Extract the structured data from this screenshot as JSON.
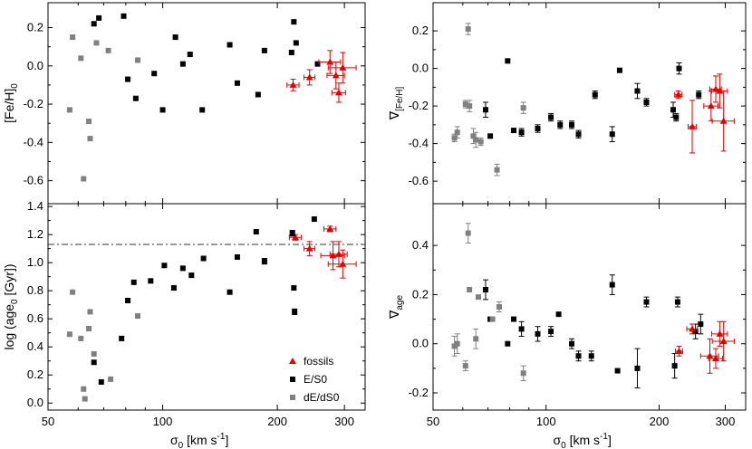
{
  "chart_data": [
    {
      "id": "feh-central",
      "type": "scatter",
      "ylabel": "[Fe/H]",
      "ylabel_sub": "0",
      "xscale": "log",
      "xlim": [
        50,
        340
      ],
      "ylim": [
        -0.72,
        0.33
      ],
      "yticks": [
        0.2,
        0.0,
        -0.2,
        -0.4,
        -0.6
      ],
      "ytick_labels": [
        "0.2",
        "0.0",
        "-0.2",
        "-0.4",
        "-0.6"
      ],
      "series": [
        {
          "key": "es0",
          "color": "#000000",
          "marker": "square",
          "points": [
            [
              66,
              0.22
            ],
            [
              68,
              0.25
            ],
            [
              79,
              0.26
            ],
            [
              81,
              -0.07
            ],
            [
              85,
              -0.17
            ],
            [
              95,
              -0.04
            ],
            [
              100,
              -0.23
            ],
            [
              108,
              0.15
            ],
            [
              113,
              0.01
            ],
            [
              118,
              0.06
            ],
            [
              127,
              -0.23
            ],
            [
              150,
              0.11
            ],
            [
              157,
              -0.09
            ],
            [
              178,
              -0.15
            ],
            [
              185,
              0.08
            ],
            [
              218,
              0.07
            ],
            [
              221,
              0.23
            ],
            [
              224,
              0.12
            ],
            [
              255,
              0.01
            ]
          ]
        },
        {
          "key": "de",
          "color": "#808080",
          "marker": "square",
          "points": [
            [
              57,
              -0.23
            ],
            [
              58,
              0.15
            ],
            [
              61,
              0.04
            ],
            [
              62,
              -0.59
            ],
            [
              64,
              -0.29
            ],
            [
              64.5,
              -0.38
            ],
            [
              67,
              0.12
            ],
            [
              72,
              0.08
            ],
            [
              86,
              0.03
            ]
          ]
        },
        {
          "key": "fossils",
          "color": "#e00000",
          "marker": "triangle",
          "points": [
            {
              "x": 220,
              "y": -0.1,
              "xerr": 8,
              "yerr": 0.03
            },
            {
              "x": 243,
              "y": -0.06,
              "xerr": 8,
              "yerr": 0.04
            },
            {
              "x": 275,
              "y": 0.02,
              "xerr": 18,
              "yerr": 0.06
            },
            {
              "x": 285,
              "y": -0.05,
              "xerr": 15,
              "yerr": 0.07
            },
            {
              "x": 290,
              "y": -0.14,
              "xerr": 12,
              "yerr": 0.05
            },
            {
              "x": 297,
              "y": -0.01,
              "xerr": 25,
              "yerr": 0.08
            }
          ]
        }
      ]
    },
    {
      "id": "feh-gradient",
      "type": "scatter",
      "ylabel": "∇",
      "ylabel_sub": "[Fe/H]",
      "xscale": "log",
      "xlim": [
        50,
        340
      ],
      "ylim": [
        -0.72,
        0.35
      ],
      "yticks": [
        0.2,
        0.0,
        -0.2,
        -0.4,
        -0.6
      ],
      "ytick_labels": [
        "0.2",
        "0.0",
        "-0.2",
        "-0.4",
        "-0.6"
      ],
      "series": [
        {
          "key": "es0",
          "color": "#000000",
          "marker": "square",
          "points": [
            {
              "x": 69,
              "y": -0.22,
              "yerr": 0.04
            },
            {
              "x": 71,
              "y": -0.36
            },
            {
              "x": 79,
              "y": 0.04
            },
            {
              "x": 82,
              "y": -0.33
            },
            {
              "x": 86,
              "y": -0.34,
              "yerr": 0.02
            },
            {
              "x": 95,
              "y": -0.32,
              "yerr": 0.02
            },
            {
              "x": 103,
              "y": -0.26,
              "yerr": 0.02
            },
            {
              "x": 109,
              "y": -0.3,
              "yerr": 0.02
            },
            {
              "x": 117,
              "y": -0.3,
              "yerr": 0.02
            },
            {
              "x": 122,
              "y": -0.35,
              "yerr": 0.02
            },
            {
              "x": 135,
              "y": -0.14,
              "yerr": 0.02
            },
            {
              "x": 150,
              "y": -0.35,
              "yerr": 0.04
            },
            {
              "x": 157,
              "y": -0.01
            },
            {
              "x": 175,
              "y": -0.12,
              "yerr": 0.04
            },
            {
              "x": 185,
              "y": -0.18,
              "yerr": 0.02
            },
            {
              "x": 218,
              "y": -0.22,
              "yerr": 0.04
            },
            {
              "x": 222,
              "y": -0.26,
              "yerr": 0.02
            },
            {
              "x": 226,
              "y": 0.0,
              "yerr": 0.03
            },
            {
              "x": 255,
              "y": -0.14,
              "yerr": 0.02
            }
          ]
        },
        {
          "key": "de",
          "color": "#808080",
          "marker": "square",
          "points": [
            {
              "x": 57,
              "y": -0.37,
              "yerr": 0.02
            },
            {
              "x": 58,
              "y": -0.34,
              "yerr": 0.03
            },
            {
              "x": 61,
              "y": -0.19,
              "yerr": 0.02
            },
            {
              "x": 62,
              "y": 0.21,
              "yerr": 0.03
            },
            {
              "x": 62.5,
              "y": -0.2,
              "yerr": 0.03
            },
            {
              "x": 64,
              "y": -0.36,
              "yerr": 0.04
            },
            {
              "x": 65,
              "y": -0.38,
              "yerr": 0.04
            },
            {
              "x": 67,
              "y": -0.39,
              "yerr": 0.02
            },
            {
              "x": 74,
              "y": -0.54,
              "yerr": 0.03
            },
            {
              "x": 87,
              "y": -0.21,
              "yerr": 0.03
            }
          ]
        },
        {
          "key": "fossils",
          "color": "#e00000",
          "marker": "triangle",
          "points": [
            {
              "x": 225,
              "y": -0.14,
              "xerr": 5,
              "yerr": 0.02
            },
            {
              "x": 245,
              "y": -0.31,
              "xerr": 6,
              "yerr": 0.14
            },
            {
              "x": 275,
              "y": -0.2,
              "xerr": 12,
              "yerr": 0.08
            },
            {
              "x": 283,
              "y": -0.11,
              "xerr": 10,
              "yerr": 0.07
            },
            {
              "x": 290,
              "y": -0.12,
              "xerr": 14,
              "yerr": 0.09
            },
            {
              "x": 297,
              "y": -0.28,
              "xerr": 20,
              "yerr": 0.16
            }
          ]
        }
      ]
    },
    {
      "id": "age-central",
      "type": "scatter",
      "ylabel": "log (age",
      "ylabel_sub": "0",
      "ylabel_tail": " [Gyr])",
      "xlabel": "σ",
      "xlabel_sub": "0",
      "xlabel_tail": " [km s",
      "xlabel_sup": "-1",
      "xlabel_end": "]",
      "xscale": "log",
      "xlim": [
        50,
        340
      ],
      "ylim": [
        -0.05,
        1.42
      ],
      "yticks": [
        0.0,
        0.2,
        0.4,
        0.6,
        0.8,
        1.0,
        1.2,
        1.4
      ],
      "ytick_labels": [
        "0.0",
        "0.2",
        "0.4",
        "0.6",
        "0.8",
        "1.0",
        "1.2",
        "1.4"
      ],
      "xticks": [
        50,
        100,
        200,
        300
      ],
      "xtick_labels": [
        "50",
        "100",
        "200",
        "300"
      ],
      "hline": 1.13,
      "legend_position": "bottom-right",
      "series": [
        {
          "key": "fossils",
          "name": "fossils",
          "color": "#e00000",
          "marker": "triangle",
          "points": [
            {
              "x": 223,
              "y": 1.18,
              "xerr": 8,
              "yerr": 0.02
            },
            {
              "x": 243,
              "y": 1.1,
              "xerr": 8,
              "yerr": 0.05
            },
            {
              "x": 275,
              "y": 1.24,
              "xerr": 10,
              "yerr": 0.02
            },
            {
              "x": 280,
              "y": 1.05,
              "xerr": 20,
              "yerr": 0.1
            },
            {
              "x": 290,
              "y": 1.06,
              "xerr": 15,
              "yerr": 0.09
            },
            {
              "x": 297,
              "y": 0.99,
              "xerr": 25,
              "yerr": 0.1
            }
          ]
        },
        {
          "key": "es0",
          "name": "E/S0",
          "color": "#000000",
          "marker": "square",
          "points": [
            {
              "x": 66,
              "y": 0.29
            },
            {
              "x": 69,
              "y": 0.15
            },
            {
              "x": 78,
              "y": 0.46
            },
            {
              "x": 81,
              "y": 0.73
            },
            {
              "x": 84,
              "y": 0.86
            },
            {
              "x": 93,
              "y": 0.87
            },
            {
              "x": 101,
              "y": 0.98
            },
            {
              "x": 107,
              "y": 0.82
            },
            {
              "x": 113,
              "y": 0.96
            },
            {
              "x": 119,
              "y": 0.91
            },
            {
              "x": 128,
              "y": 1.03
            },
            {
              "x": 150,
              "y": 0.79
            },
            {
              "x": 157,
              "y": 1.04
            },
            {
              "x": 176,
              "y": 1.22
            },
            {
              "x": 185,
              "y": 1.01,
              "yerr": 0.02
            },
            {
              "x": 219,
              "y": 1.21,
              "yerr": 0.02
            },
            {
              "x": 221,
              "y": 0.82
            },
            {
              "x": 222,
              "y": 0.65,
              "yerr": 0.02
            },
            {
              "x": 250,
              "y": 1.31
            }
          ]
        },
        {
          "key": "de",
          "name": "dE/dS0",
          "color": "#808080",
          "marker": "square",
          "points": [
            {
              "x": 57,
              "y": 0.49
            },
            {
              "x": 58,
              "y": 0.79
            },
            {
              "x": 61,
              "y": 0.46
            },
            {
              "x": 62,
              "y": 0.1
            },
            {
              "x": 62.5,
              "y": 0.03
            },
            {
              "x": 64,
              "y": 0.53
            },
            {
              "x": 64.5,
              "y": 0.65
            },
            {
              "x": 66,
              "y": 0.35
            },
            {
              "x": 73,
              "y": 0.17
            },
            {
              "x": 86,
              "y": 0.62
            }
          ]
        }
      ]
    },
    {
      "id": "age-gradient",
      "type": "scatter",
      "ylabel": "∇",
      "ylabel_sub": "age",
      "xlabel": "σ",
      "xlabel_sub": "0",
      "xlabel_tail": " [km s",
      "xlabel_sup": "-1",
      "xlabel_end": "]",
      "xscale": "log",
      "xlim": [
        50,
        340
      ],
      "ylim": [
        -0.27,
        0.57
      ],
      "yticks": [
        0.4,
        0.2,
        0.0,
        -0.2
      ],
      "ytick_labels": [
        "0.4",
        "0.2",
        "0.0",
        "-0.2"
      ],
      "xticks": [
        50,
        100,
        200,
        300
      ],
      "xtick_labels": [
        "50",
        "100",
        "200",
        "300"
      ],
      "series": [
        {
          "key": "es0",
          "color": "#000000",
          "marker": "square",
          "points": [
            {
              "x": 69,
              "y": 0.22,
              "yerr": 0.04
            },
            {
              "x": 71,
              "y": 0.1
            },
            {
              "x": 79,
              "y": 0.0
            },
            {
              "x": 82,
              "y": 0.1
            },
            {
              "x": 86,
              "y": 0.06,
              "yerr": 0.03
            },
            {
              "x": 95,
              "y": 0.04,
              "yerr": 0.03
            },
            {
              "x": 103,
              "y": 0.05,
              "yerr": 0.02
            },
            {
              "x": 108,
              "y": 0.12
            },
            {
              "x": 117,
              "y": 0.0,
              "yerr": 0.02
            },
            {
              "x": 122,
              "y": -0.05,
              "yerr": 0.02
            },
            {
              "x": 132,
              "y": -0.05,
              "yerr": 0.02
            },
            {
              "x": 150,
              "y": 0.24,
              "yerr": 0.04
            },
            {
              "x": 155,
              "y": -0.11
            },
            {
              "x": 175,
              "y": -0.1,
              "yerr": 0.08
            },
            {
              "x": 185,
              "y": 0.17,
              "yerr": 0.02
            },
            {
              "x": 220,
              "y": -0.09,
              "yerr": 0.05
            },
            {
              "x": 224,
              "y": 0.17,
              "yerr": 0.02
            },
            {
              "x": 250,
              "y": 0.05,
              "yerr": 0.03
            },
            {
              "x": 258,
              "y": 0.08,
              "yerr": 0.04
            }
          ]
        },
        {
          "key": "de",
          "color": "#808080",
          "marker": "square",
          "points": [
            {
              "x": 57,
              "y": -0.01,
              "yerr": 0.04
            },
            {
              "x": 58,
              "y": 0.0,
              "yerr": 0.04
            },
            {
              "x": 61,
              "y": -0.09,
              "yerr": 0.02
            },
            {
              "x": 62,
              "y": 0.45,
              "yerr": 0.04
            },
            {
              "x": 62.5,
              "y": 0.22
            },
            {
              "x": 65,
              "y": 0.02,
              "yerr": 0.04
            },
            {
              "x": 66,
              "y": 0.19
            },
            {
              "x": 72,
              "y": 0.1
            },
            {
              "x": 75,
              "y": 0.15,
              "yerr": 0.02
            },
            {
              "x": 87,
              "y": -0.12,
              "yerr": 0.03
            }
          ]
        },
        {
          "key": "fossils",
          "color": "#e00000",
          "marker": "triangle",
          "points": [
            {
              "x": 226,
              "y": -0.03,
              "xerr": 5,
              "yerr": 0.02
            },
            {
              "x": 245,
              "y": 0.06,
              "xerr": 8,
              "yerr": 0.02
            },
            {
              "x": 273,
              "y": -0.05,
              "xerr": 15,
              "yerr": 0.07
            },
            {
              "x": 283,
              "y": -0.06,
              "xerr": 12,
              "yerr": 0.04
            },
            {
              "x": 290,
              "y": 0.04,
              "xerr": 14,
              "yerr": 0.05
            },
            {
              "x": 297,
              "y": 0.01,
              "xerr": 20,
              "yerr": 0.08
            }
          ]
        }
      ]
    }
  ]
}
